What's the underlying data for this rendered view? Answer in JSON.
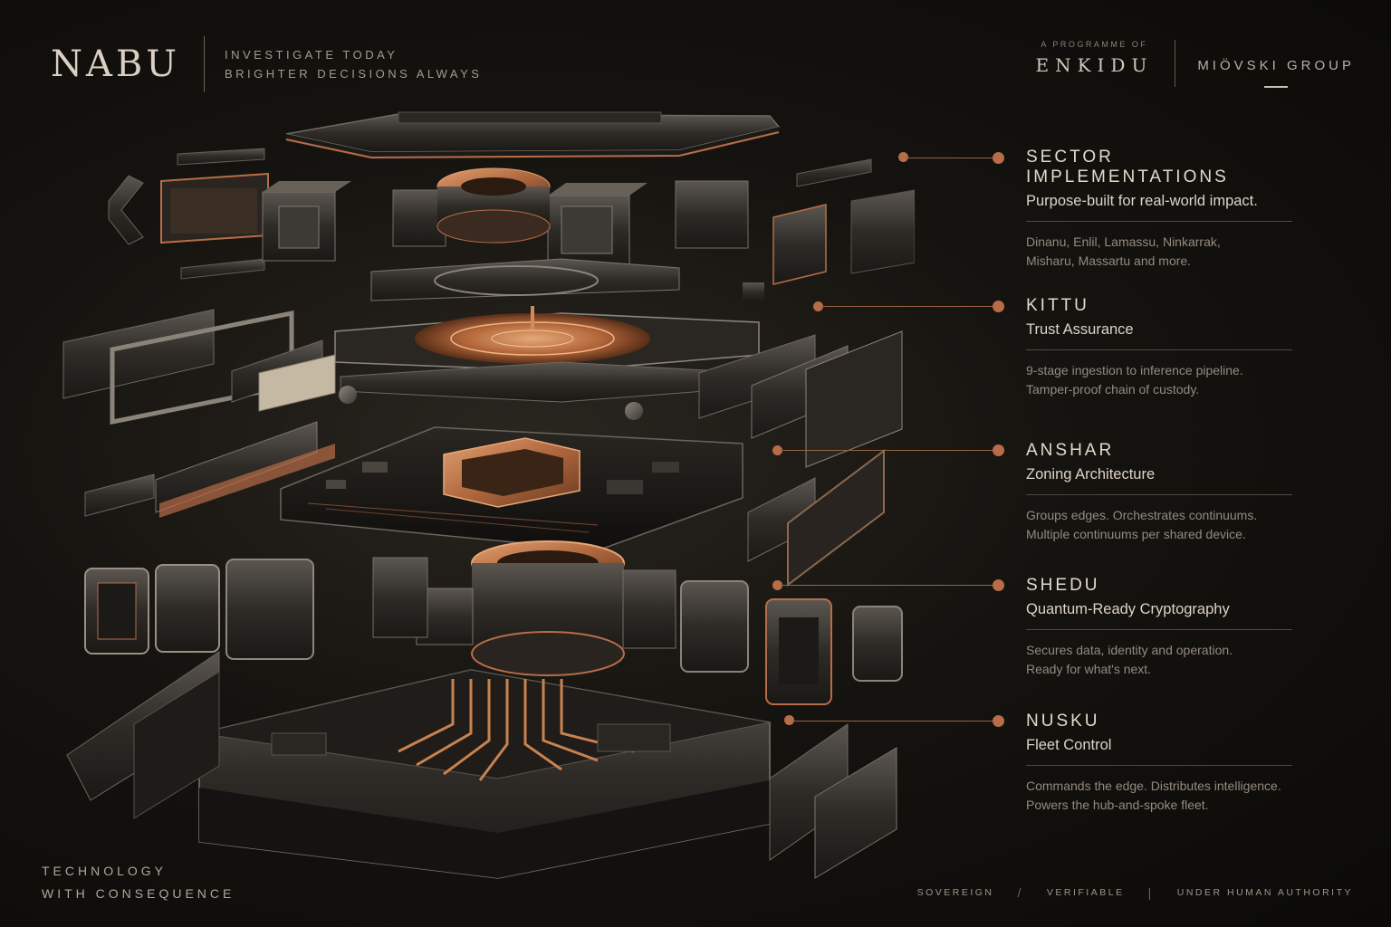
{
  "brand": {
    "name": "NABU",
    "tagline_line1": "INVESTIGATE TODAY",
    "tagline_line2": "BRIGHTER DECISIONS ALWAYS"
  },
  "programme": {
    "label": "A PROGRAMME OF",
    "name": "ENKIDU",
    "group": "MIÖVSKI GROUP"
  },
  "features": [
    {
      "title": "SECTOR IMPLEMENTATIONS",
      "subtitle": "Purpose-built for real-world impact.",
      "desc_line1": "Dinanu, Enlil, Lamassu, Ninkarrak,",
      "desc_line2": "Misharu, Massartu and more."
    },
    {
      "title": "KITTU",
      "subtitle": "Trust Assurance",
      "desc_line1": "9-stage ingestion to inference pipeline.",
      "desc_line2": "Tamper-proof chain of custody."
    },
    {
      "title": "ANSHAR",
      "subtitle": "Zoning Architecture",
      "desc_line1": "Groups edges. Orchestrates continuums.",
      "desc_line2": "Multiple continuums per shared device."
    },
    {
      "title": "SHEDU",
      "subtitle": "Quantum-Ready Cryptography",
      "desc_line1": "Secures data, identity and operation.",
      "desc_line2": "Ready for what's next."
    },
    {
      "title": "NUSKU",
      "subtitle": "Fleet Control",
      "desc_line1": "Commands the edge. Distributes intelligence.",
      "desc_line2": "Powers the hub-and-spoke fleet."
    }
  ],
  "footer": {
    "left_line1": "TECHNOLOGY",
    "left_line2": "WITH CONSEQUENCE",
    "pillars": [
      "SOVEREIGN",
      "VERIFIABLE",
      "UNDER HUMAN AUTHORITY"
    ]
  },
  "colors": {
    "background": "#0b0a08",
    "accent_copper": "#b86c48",
    "text_primary": "#e3d9cc",
    "text_muted": "#938a80"
  }
}
